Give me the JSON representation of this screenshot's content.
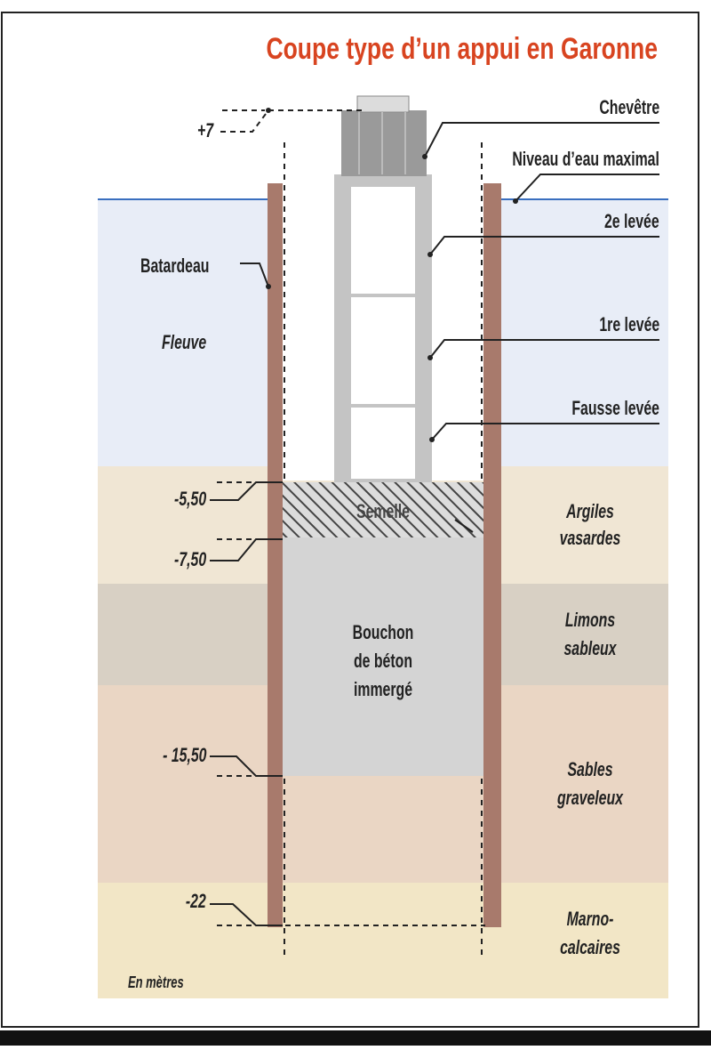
{
  "title": "Coupe type d’un appui en Garonne",
  "colors": {
    "title": "#d84420",
    "river": "#e8edf7",
    "water_line": "#3a6fbf",
    "argiles": "#f0e6d4",
    "limons": "#d8d0c4",
    "sables": "#ead6c4",
    "marno": "#f2e6c6",
    "batardeau": "#a87a6c",
    "pile": "#c4c4c4",
    "chevetre": "#9a9a9a",
    "bouchon": "#d4d4d4",
    "semelle": "#b0b0b0"
  },
  "levels": {
    "plus7": "+7",
    "m5_50": "-5,50",
    "m7_50": "-7,50",
    "m15_50": "- 15,50",
    "m22": "-22"
  },
  "labels": {
    "chevetre": "Chevêtre",
    "niveau_eau": "Niveau d’eau maximal",
    "levee2": "2e levée",
    "levee1": "1re levée",
    "fausse_levee": "Fausse levée",
    "batardeau": "Batardeau",
    "fleuve": "Fleuve",
    "semelle": "Semelle",
    "bouchon_1": "Bouchon",
    "bouchon_2": "de béton",
    "bouchon_3": "immergé",
    "unit": "En mètres"
  },
  "layers": {
    "argiles_1": "Argiles",
    "argiles_2": "vasardes",
    "limons_1": "Limons",
    "limons_2": "sableux",
    "sables_1": "Sables",
    "sables_2": "graveleux",
    "marno_1": "Marno-",
    "marno_2": "calcaires"
  }
}
